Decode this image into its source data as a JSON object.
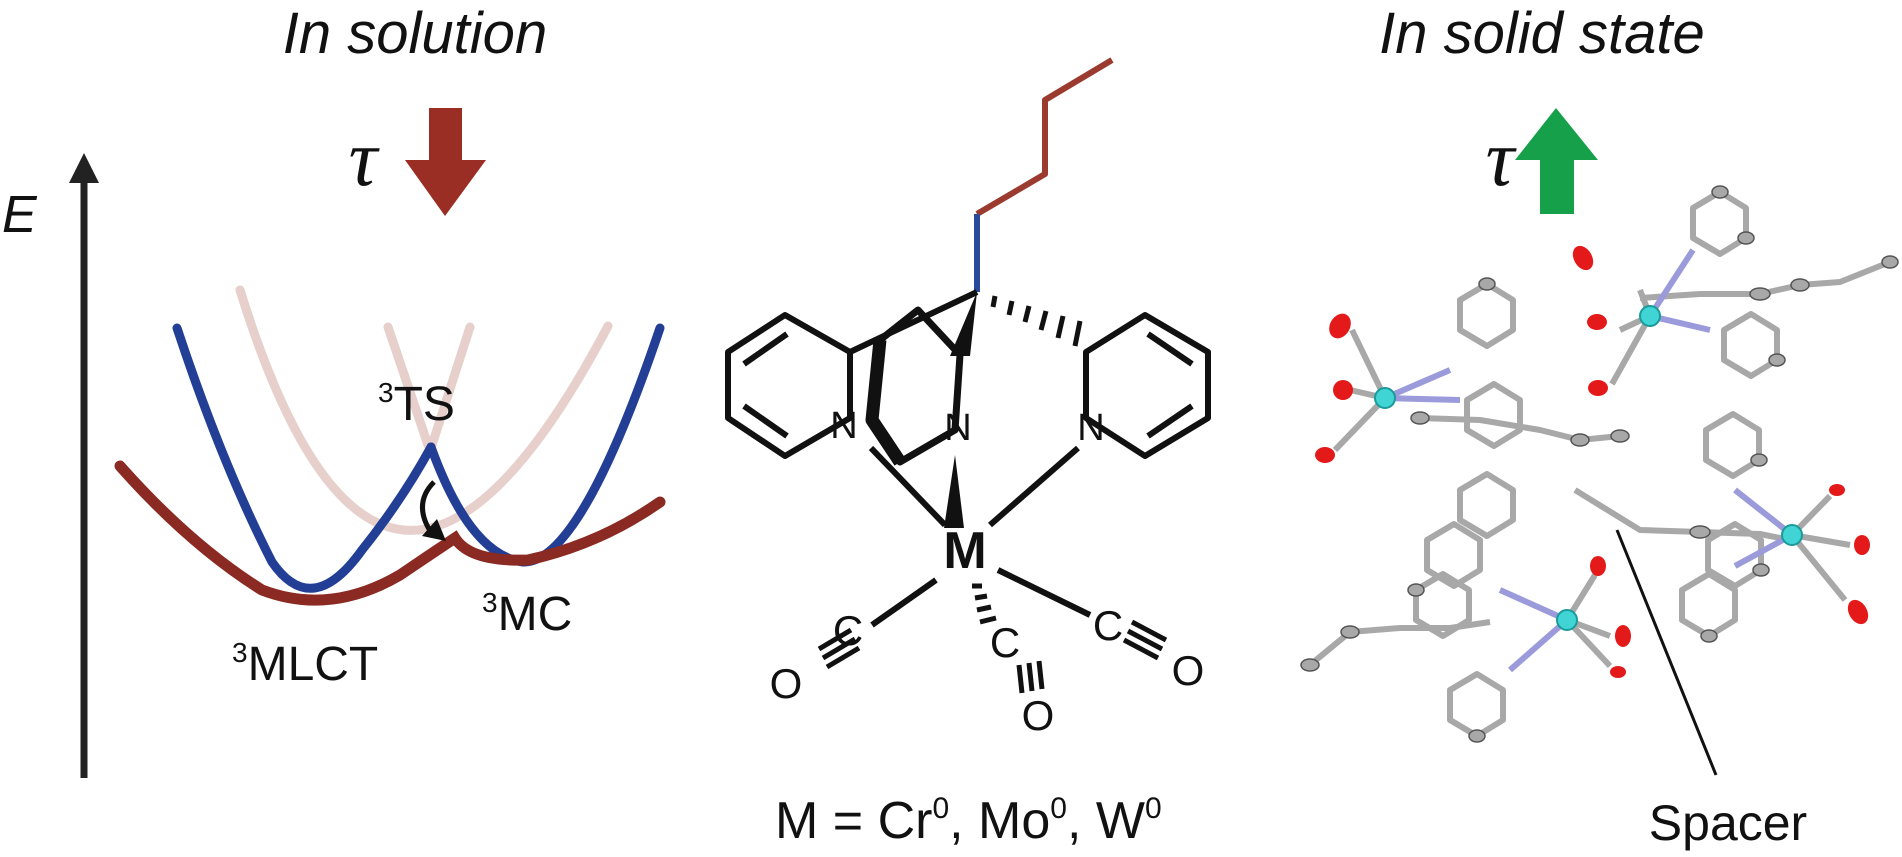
{
  "left_panel": {
    "title": "In solution",
    "tau": "τ",
    "arrow_color": "#9a2e24",
    "axis_label": "E",
    "ts_sup": "3",
    "ts_label": "TS",
    "mlct_sup": "3",
    "mlct_label": "MLCT",
    "mc_sup": "3",
    "mc_label": "MC",
    "colors": {
      "mlct": "#8b2a22",
      "mc": "#233e95",
      "faded": "#e7cfcb"
    }
  },
  "center_panel": {
    "metal": "M",
    "n_label": "N",
    "c_label": "C",
    "o_label": "O",
    "formula_prefix": "M = Cr",
    "formula_mid1": ", Mo",
    "formula_mid2": ", W",
    "oxidation": "0",
    "chain_color": "#9b3a2e",
    "bridge_color": "#2a4a9a"
  },
  "right_panel": {
    "title": "In solid state",
    "tau": "τ",
    "arrow_color": "#16a04a",
    "spacer_label": "Spacer",
    "colors": {
      "carbon": "#a8a8a8",
      "nitrogen": "#9b9bdc",
      "oxygen": "#e41a1a",
      "metal": "#40d4d4"
    }
  }
}
